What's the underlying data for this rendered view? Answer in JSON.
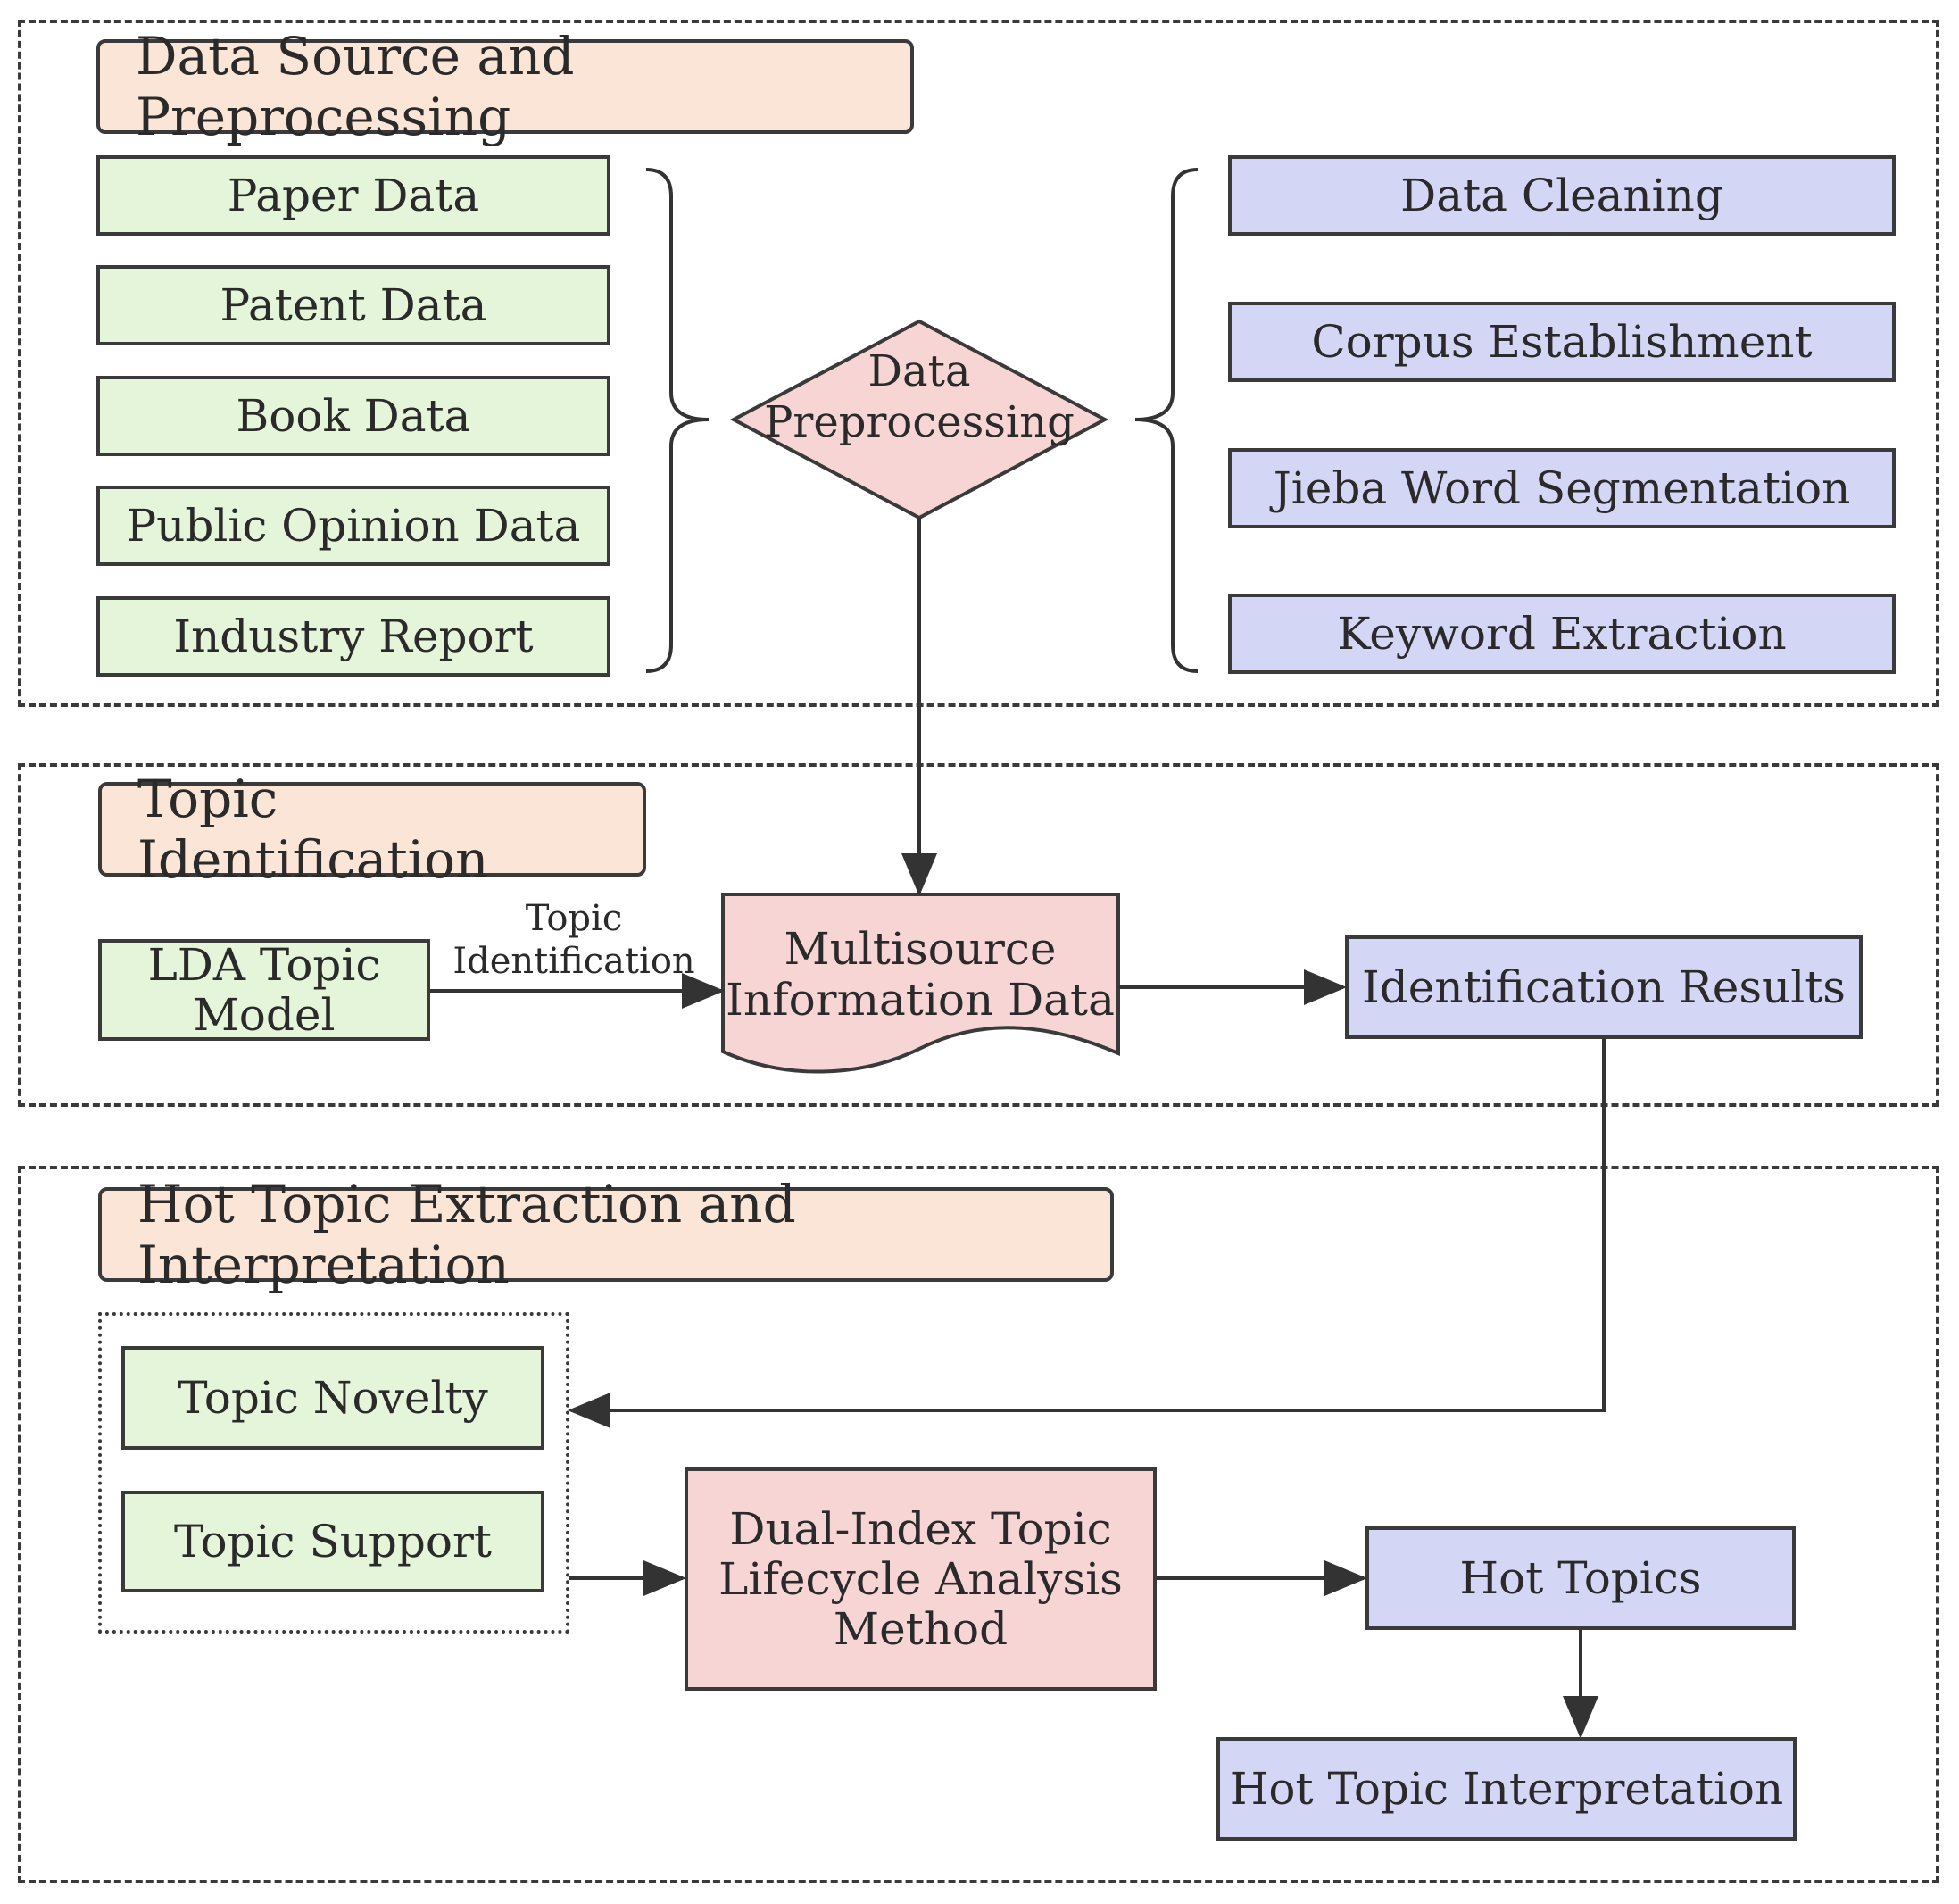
{
  "sections": {
    "preprocessing": {
      "title": "Data Source and Preprocessing"
    },
    "identification": {
      "title": "Topic Identification"
    },
    "hot_topics": {
      "title": "Hot Topic Extraction and Interpretation"
    }
  },
  "sources": [
    "Paper Data",
    "Patent Data",
    "Book Data",
    "Public Opinion Data",
    "Industry Report"
  ],
  "preprocessing_steps": [
    "Data Cleaning",
    "Corpus Establishment",
    "Jieba Word Segmentation",
    "Keyword Extraction"
  ],
  "decision": {
    "line1": "Data",
    "line2": "Preprocessing"
  },
  "lda_model": {
    "line1": "LDA Topic",
    "line2": "Model"
  },
  "edge_label": {
    "line1": "Topic",
    "line2": "Identification"
  },
  "multisource": {
    "line1": "Multisource",
    "line2": "Information Data"
  },
  "identification_results": "Identification Results",
  "indices": [
    "Topic Novelty",
    "Topic Support"
  ],
  "method": {
    "line1": "Dual-Index Topic",
    "line2": "Lifecycle Analysis",
    "line3": "Method"
  },
  "hot_topics": "Hot Topics",
  "interpretation": "Hot Topic Interpretation",
  "colors": {
    "source_fill": "#e4f5da",
    "step_fill": "#d4d6f5",
    "process_fill": "#f8d5d5",
    "title_fill": "#fbe5d6",
    "stroke": "#3a3a3a"
  }
}
